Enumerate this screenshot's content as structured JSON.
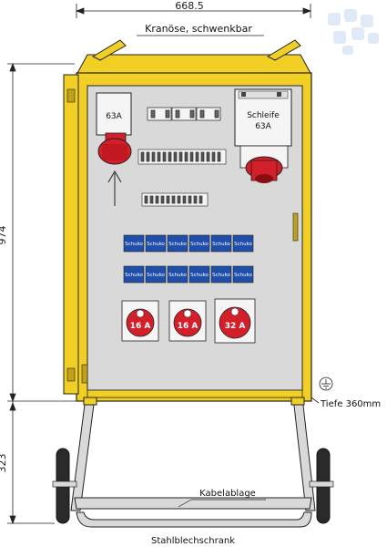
{
  "dimensions": {
    "width": "668.5",
    "height_cabinet": "974",
    "height_lower": "323"
  },
  "labels": {
    "crane_eye": "Kranöse, schwenkbar",
    "depth": "Tiefe 360mm",
    "cable_tray": "Kabelablage",
    "caption": "Stahlblechschrank"
  },
  "sockets": {
    "cee_top_left": "63A",
    "loop_line1": "Schleife",
    "loop_line2": "63A",
    "schuko_label": "Schuko",
    "cee_bottom": [
      "16 A",
      "16 A",
      "32 A"
    ]
  },
  "colors": {
    "frame_yellow": "#f2cf24",
    "panel_gray": "#d9d9d9",
    "schuko_blue": "#1f4fa8",
    "cee_red": "#d21f2a"
  }
}
